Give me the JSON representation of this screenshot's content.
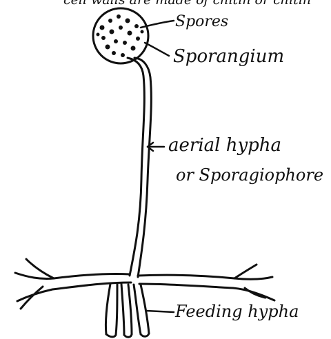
{
  "header_fragment": "cell walls are made of chitin or chitin",
  "labels": {
    "spores": "Spores",
    "sporangium": "Sporangium",
    "aerial_hypha": "aerial hypha",
    "sporangiophore": "or Sporagiophore",
    "feeding_hypha": "Feeding hypha"
  },
  "colors": {
    "ink": "#111111",
    "background": "#ffffff"
  }
}
